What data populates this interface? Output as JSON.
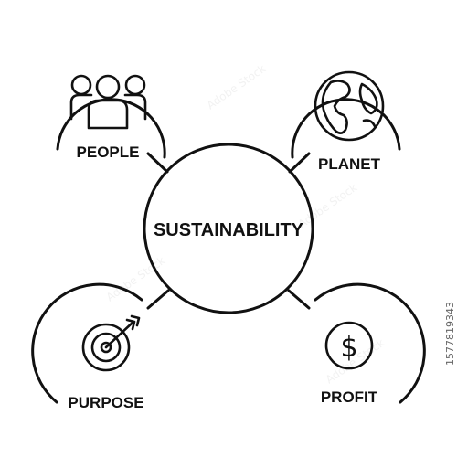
{
  "diagram": {
    "center_label": "SUSTAINABILITY",
    "nodes": [
      {
        "id": "people",
        "label": "PEOPLE",
        "icon": "people-group-icon"
      },
      {
        "id": "planet",
        "label": "PLANET",
        "icon": "globe-icon"
      },
      {
        "id": "purpose",
        "label": "PURPOSE",
        "icon": "target-arrow-icon"
      },
      {
        "id": "profit",
        "label": "PROFIT",
        "icon": "dollar-coin-icon"
      }
    ]
  },
  "watermark": {
    "stock_id": "1577819343"
  },
  "colors": {
    "ink": "#111111",
    "background": "#ffffff"
  }
}
